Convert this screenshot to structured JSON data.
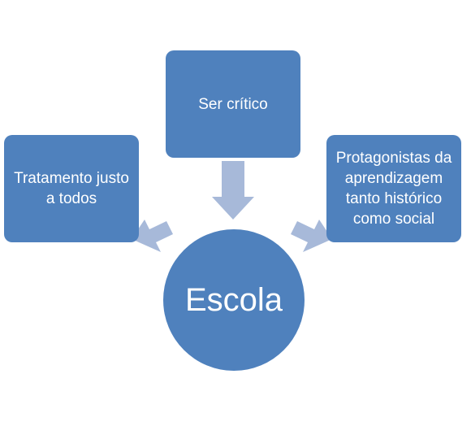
{
  "center": {
    "label": "Escola"
  },
  "boxes": {
    "left": {
      "label": "Tratamento justo a todos"
    },
    "top": {
      "label": "Ser crítico"
    },
    "right": {
      "label": "Protagonistas da aprendizagem tanto histórico como social"
    }
  },
  "colors": {
    "node": "#4f81bd",
    "arrow": "#a7b9d9",
    "text": "#ffffff",
    "background": "#ffffff"
  }
}
